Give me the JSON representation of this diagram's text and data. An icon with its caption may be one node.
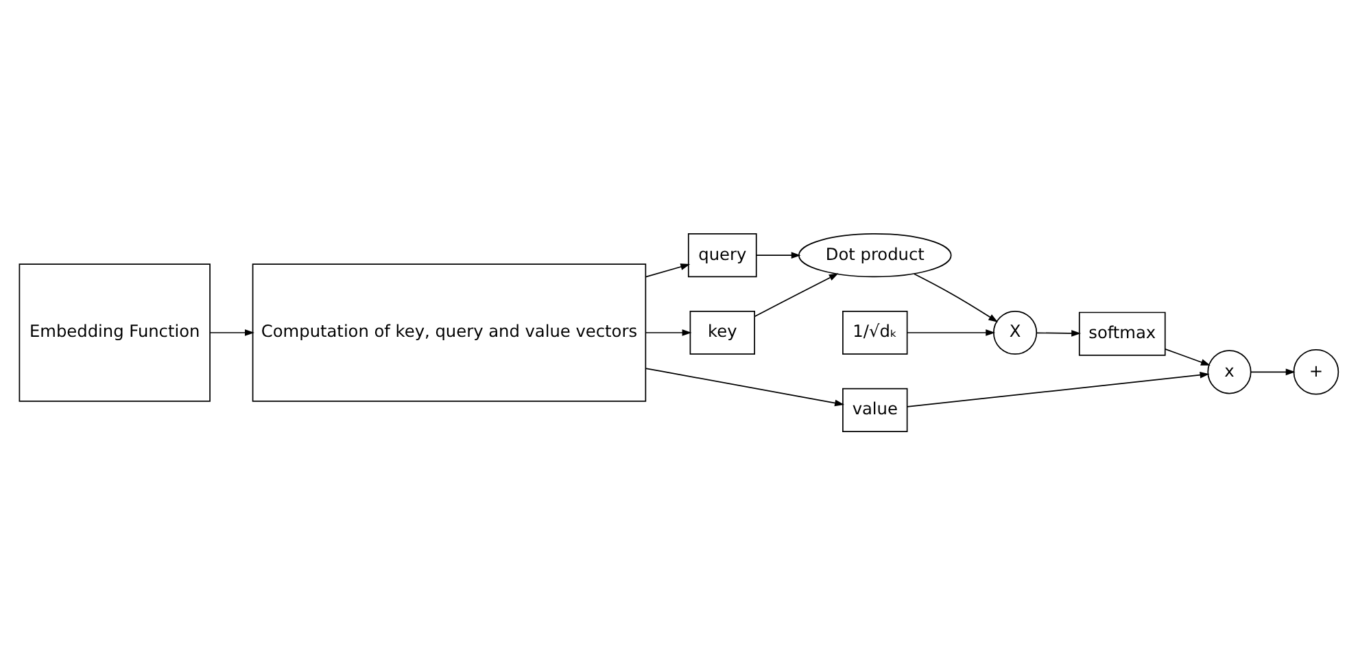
{
  "diagram": {
    "nodes": [
      {
        "text": [
          "Embedding Function"
        ]
      },
      {
        "text": [
          "Computation of key, query and value vectors"
        ]
      },
      {
        "text": [
          "query"
        ]
      },
      {
        "text": [
          "key"
        ]
      },
      {
        "text": [
          "value"
        ]
      },
      {
        "text": [
          "Dot product"
        ]
      },
      {
        "text": [
          "1/√dₖ"
        ]
      },
      {
        "text": [
          "X"
        ]
      },
      {
        "text": [
          "softmax"
        ]
      },
      {
        "text": [
          "x"
        ]
      },
      {
        "text": [
          "+"
        ]
      }
    ],
    "edges": [
      {
        "from": 0,
        "to": 1,
        "arrow": "to"
      },
      {
        "from": 1,
        "to": 2,
        "arrow": "to"
      },
      {
        "from": 1,
        "to": 3,
        "arrow": "to"
      },
      {
        "from": 1,
        "to": 4,
        "arrow": "to"
      },
      {
        "from": 2,
        "to": 5,
        "arrow": "to"
      },
      {
        "from": 3,
        "to": 5,
        "arrow": "to"
      },
      {
        "from": 5,
        "to": 7,
        "arrow": "to"
      },
      {
        "from": 6,
        "to": 7,
        "arrow": "to"
      },
      {
        "from": 7,
        "to": 8,
        "arrow": "to"
      },
      {
        "from": 8,
        "to": 9,
        "arrow": "to"
      },
      {
        "from": 4,
        "to": 9,
        "arrow": "to"
      },
      {
        "from": 9,
        "to": 10,
        "arrow": "to"
      }
    ]
  }
}
